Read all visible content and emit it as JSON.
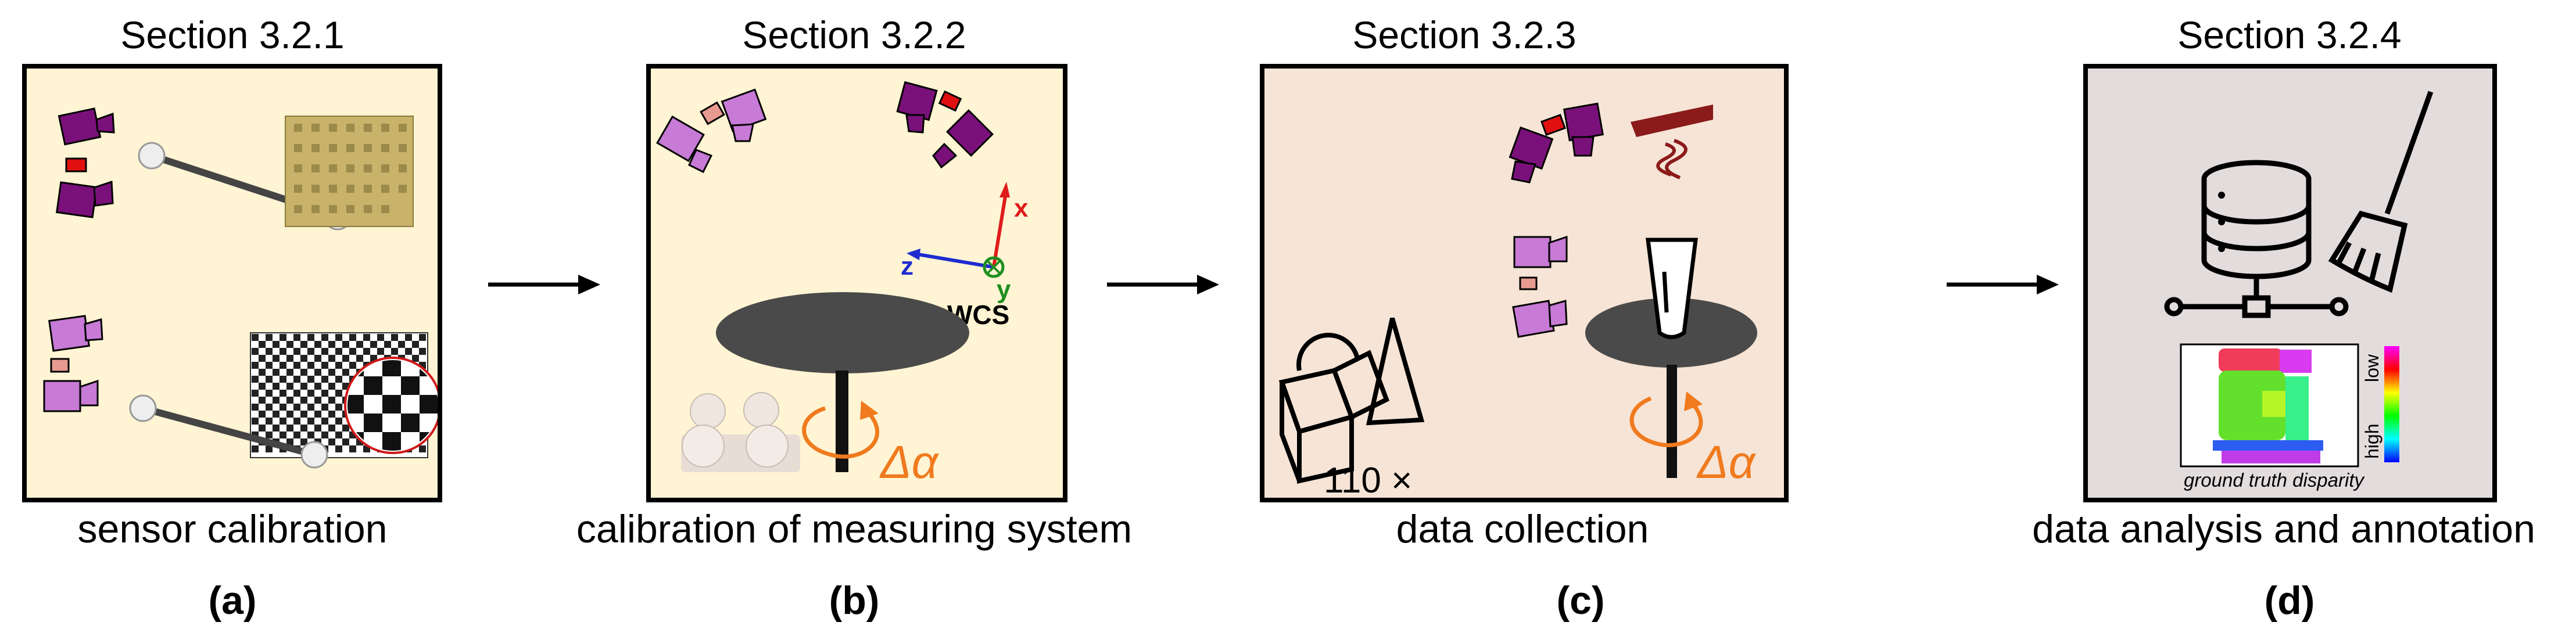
{
  "panels": [
    {
      "section": "Section 3.2.1",
      "caption": "sensor calibration",
      "letter": "(a)",
      "bg": "#fff4d3"
    },
    {
      "section": "Section 3.2.2",
      "caption": "calibration of measuring system",
      "letter": "(b)",
      "bg": "#fff4d3"
    },
    {
      "section": "Section 3.2.3",
      "caption": "data collection",
      "letter": "(c)",
      "bg": "#f6e4d6"
    },
    {
      "section": "Section 3.2.4",
      "caption": "data analysis and annotation",
      "letter": "(d)",
      "bg": "#e3dcdd"
    }
  ],
  "axes": {
    "x": "x",
    "y": "y",
    "z": "z",
    "wcs": "WCS"
  },
  "rotation_label": "Δα",
  "count_label": "110 ×",
  "disparity": {
    "label": "ground truth disparity",
    "low": "low",
    "high": "high"
  },
  "colors": {
    "camera_dark": "#7a117a",
    "camera_light": "#c77ad6",
    "projector_red": "#e01010",
    "projector_pink": "#e79a90",
    "rotation": "#f07a1e",
    "axis_x": "#e01b1b",
    "axis_y": "#1f8f1f",
    "axis_z": "#1f2bd0",
    "turntable": "#4a4a4a",
    "heat": "#8b1a1a"
  }
}
